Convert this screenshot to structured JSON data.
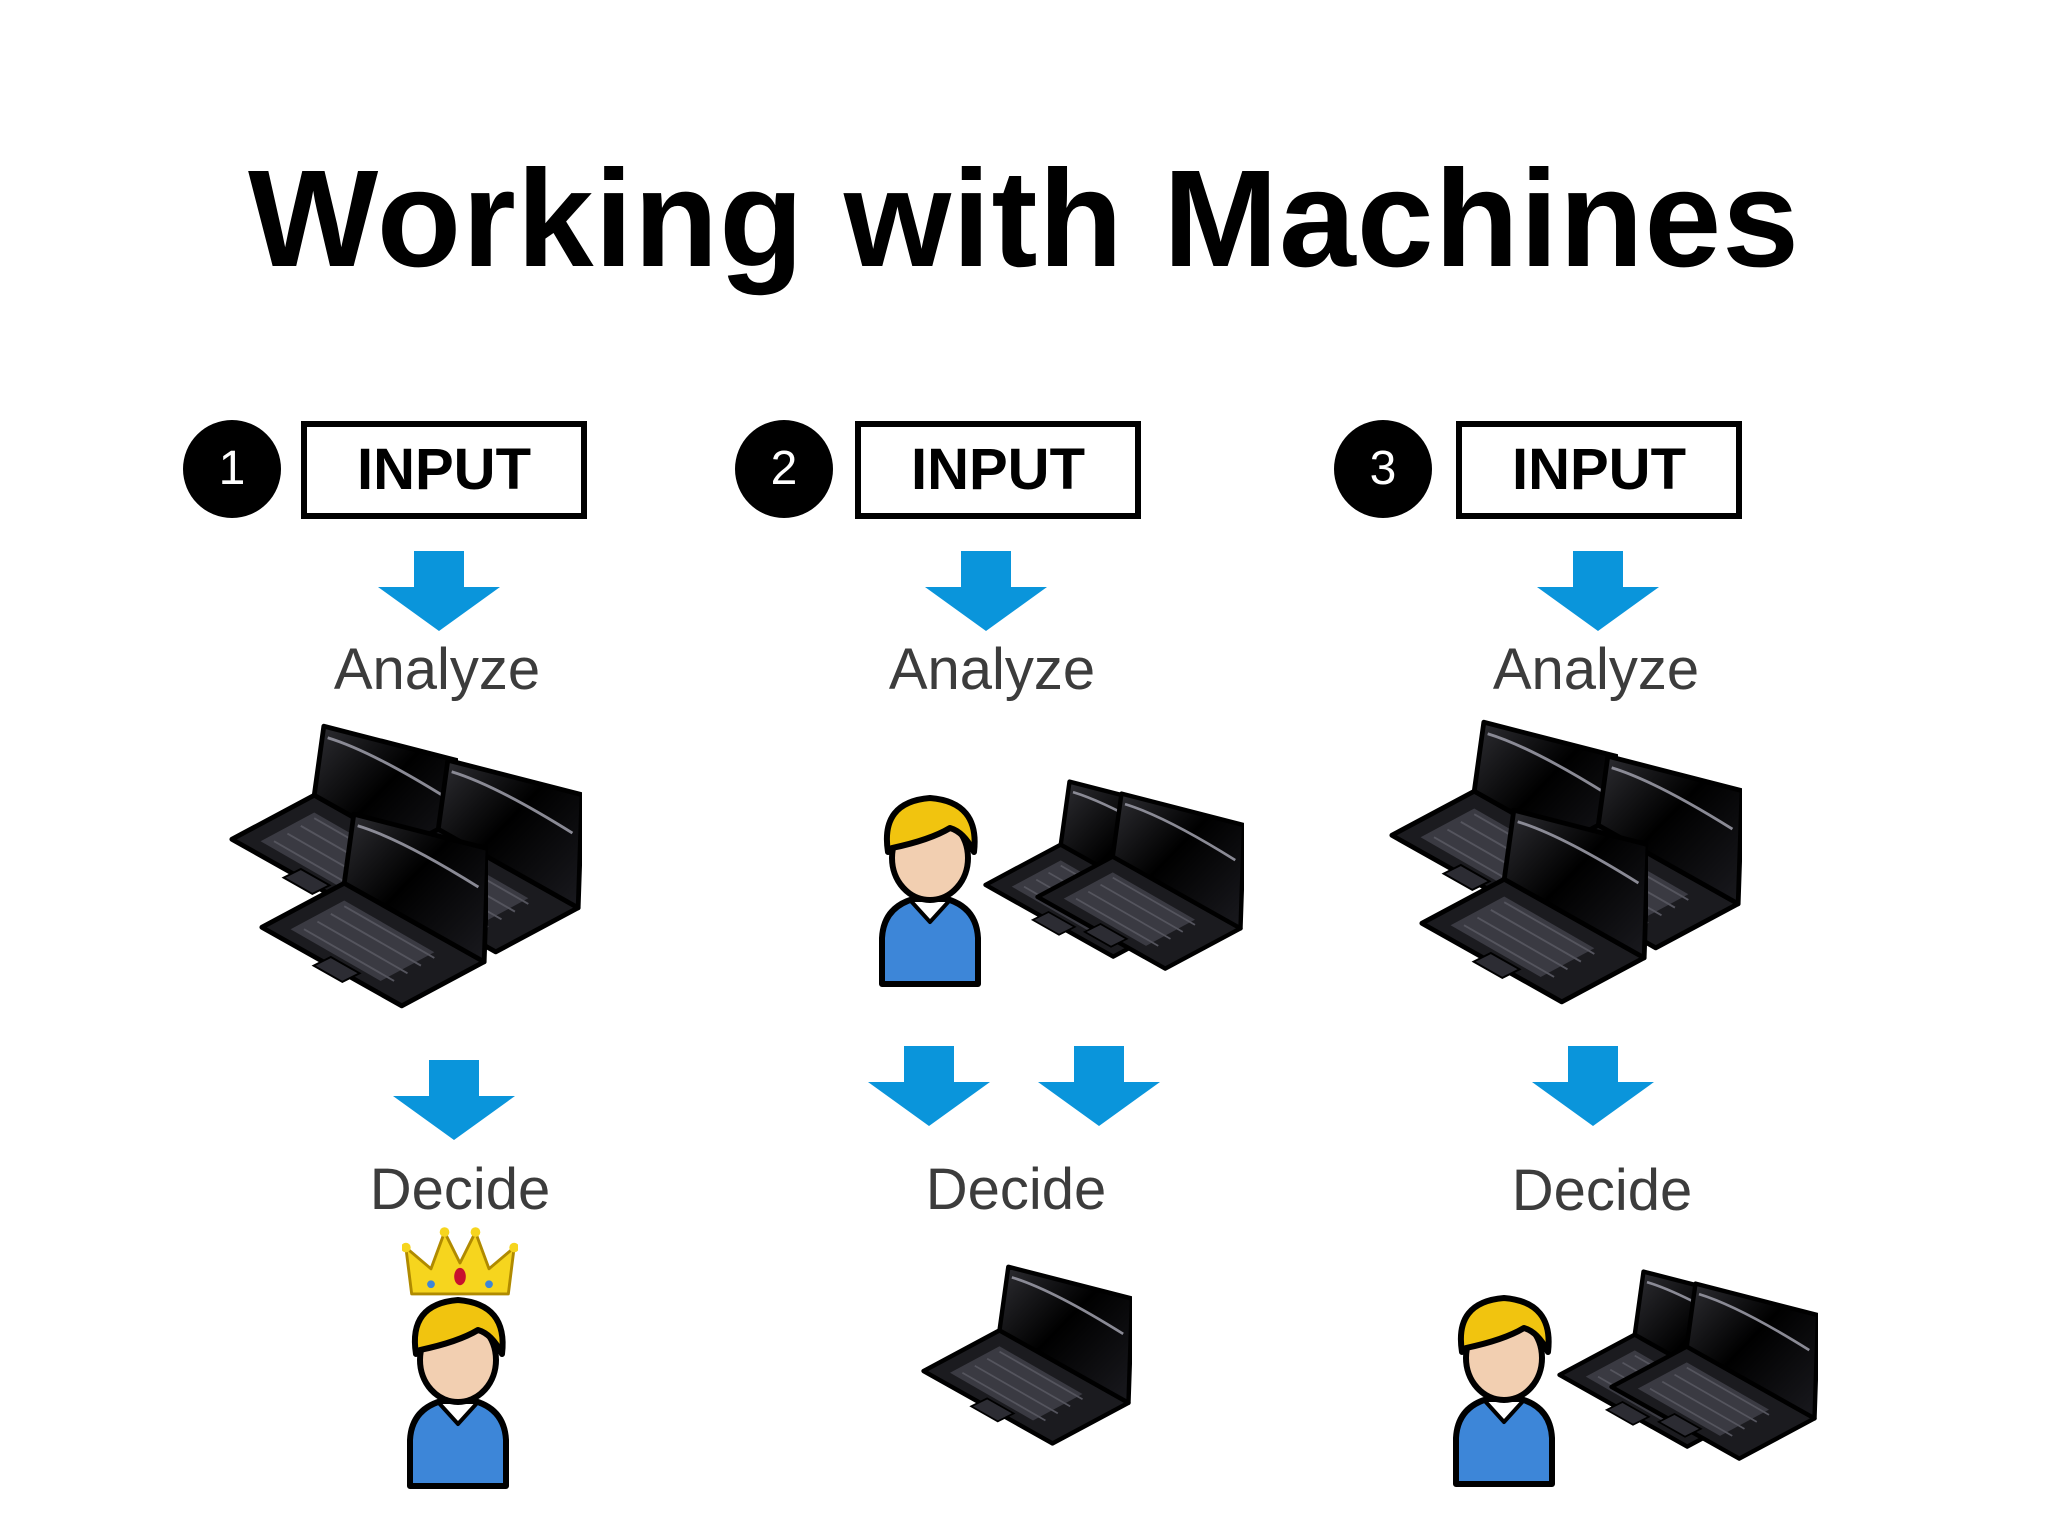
{
  "title": "Working with Machines",
  "colors": {
    "arrow": "#0a95db",
    "text": "#3c3c3c",
    "hair": "#f1c40f",
    "shirt": "#3d86d8",
    "skin": "#f2cfb1"
  },
  "columns": [
    {
      "number": "1",
      "input_label": "INPUT",
      "analyze_label": "Analyze",
      "decide_label": "Decide",
      "analyze_art": "three-laptops",
      "decide_art": "crowned-person"
    },
    {
      "number": "2",
      "input_label": "INPUT",
      "analyze_label": "Analyze",
      "decide_label": "Decide",
      "analyze_art": "person-and-two-laptops",
      "decide_art": "single-laptop"
    },
    {
      "number": "3",
      "input_label": "INPUT",
      "analyze_label": "Analyze",
      "decide_label": "Decide",
      "analyze_art": "three-laptops",
      "decide_art": "person-and-two-laptops"
    }
  ]
}
